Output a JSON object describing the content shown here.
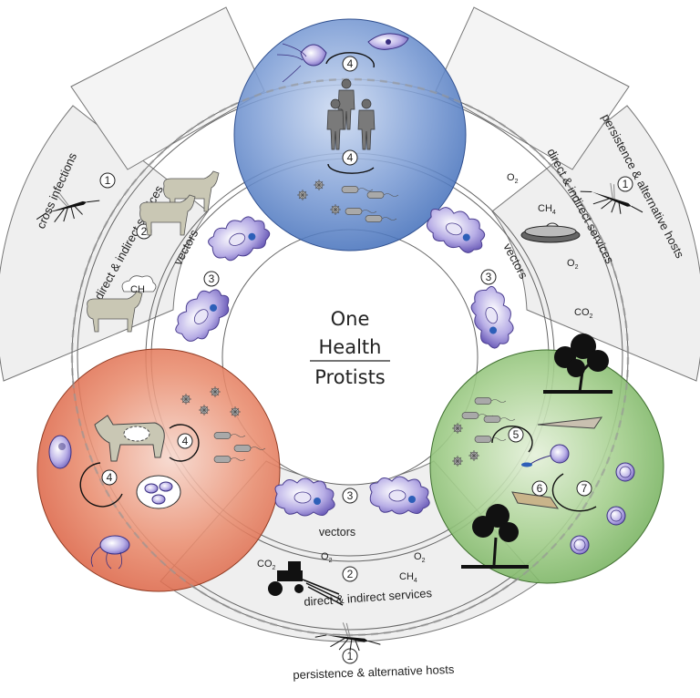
{
  "center": {
    "line1": "One",
    "line2": "Health",
    "line3": "Protists"
  },
  "labels": {
    "cross_infections": "cross infections",
    "persistence_alt_hosts": "persistence & alternative hosts",
    "direct_indirect_services": "direct & indirect services",
    "vectors": "vectors"
  },
  "numbers": {
    "n1": "1",
    "n2": "2",
    "n3": "3",
    "n4": "4",
    "n5": "5",
    "n6": "6",
    "n7": "7"
  },
  "chemicals": {
    "o2": "O",
    "co2": "CO",
    "ch4": "CH",
    "sub2": "2",
    "sub4": "4",
    "ch_cloud": "CH"
  },
  "icons": [
    "mosquito-icon",
    "cow-icon",
    "human-icon",
    "protist-icon",
    "bacteria-icon",
    "virus-icon",
    "tree-icon",
    "tractor-icon",
    "petri-dish-icon",
    "cyst-icon"
  ],
  "colors": {
    "human_circle": "#4f7fc7",
    "animal_circle": "#e2704f",
    "environment_circle": "#7fba6a",
    "sector_fill": "#eeeeee",
    "protist_purple": "#8a7cc9"
  }
}
